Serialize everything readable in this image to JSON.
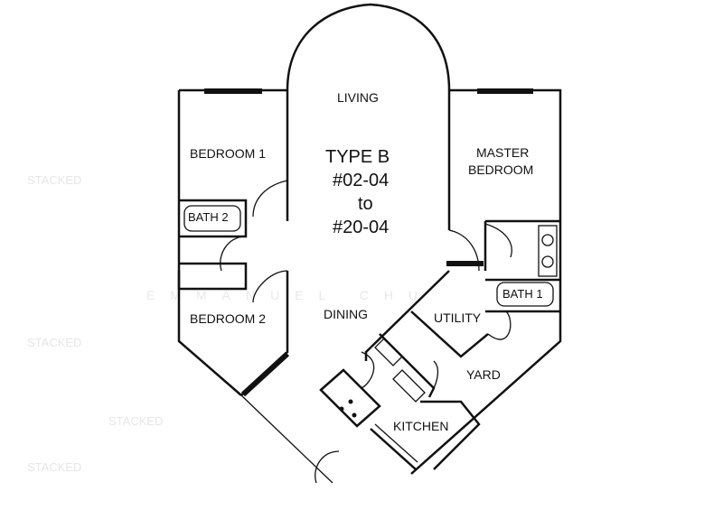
{
  "plan": {
    "title": "TYPE B",
    "units_from": "#02-04",
    "units_to_word": "to",
    "units_to": "#20-04",
    "rooms": {
      "living": "LIVING",
      "bedroom1": "BEDROOM 1",
      "bath2": "BATH 2",
      "bedroom2": "BEDROOM 2",
      "master1": "MASTER",
      "master2": "BEDROOM",
      "bath1": "BATH 1",
      "dining": "DINING",
      "utility": "UTILITY",
      "yard": "YARD",
      "kitchen": "KITCHEN"
    }
  },
  "watermark": {
    "stacked": "STACKED",
    "name": "EMMANUEL CHU"
  }
}
